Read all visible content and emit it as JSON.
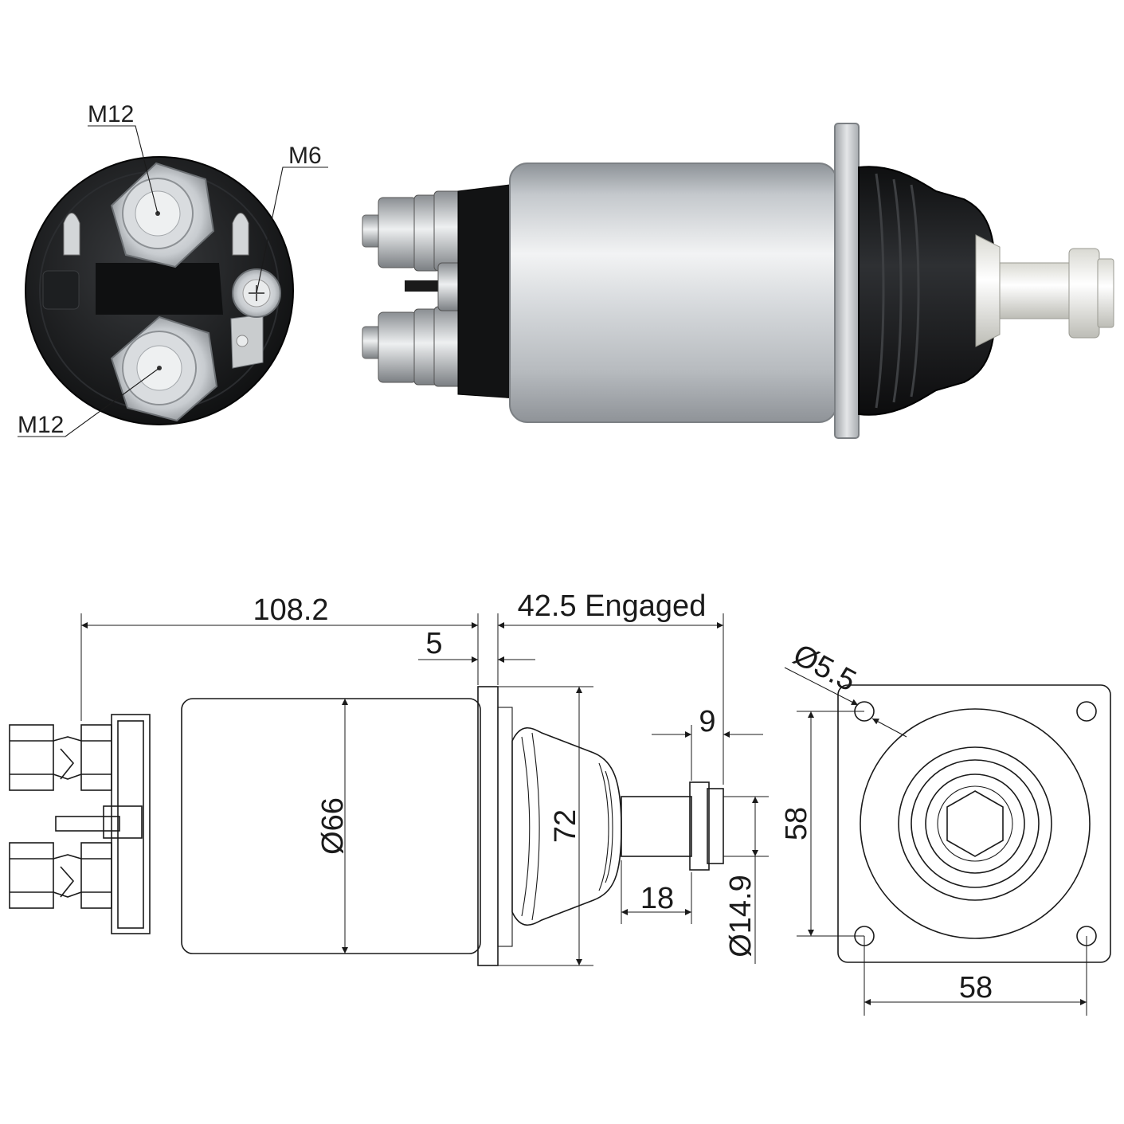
{
  "photo_end_view": {
    "labels": {
      "terminal_top": "M12",
      "terminal_control": "M6",
      "terminal_bottom": "M12"
    }
  },
  "drawing_side_view": {
    "dims": {
      "overall_length": "108.2",
      "engaged_stroke": "42.5 Engaged",
      "flange_thickness": "5",
      "body_diameter": "Ø66",
      "flange_height": "72",
      "plunger_tip": "9",
      "plunger_length": "18",
      "plunger_diameter": "Ø14.9"
    }
  },
  "drawing_front_view": {
    "dims": {
      "hole_diameter": "Ø5.5",
      "hole_spacing_vertical": "58",
      "hole_spacing_horizontal": "58"
    }
  },
  "colors": {
    "body_metal": "#c9cdd1",
    "black_plastic": "#1b1c1e",
    "line": "#1a1a1a"
  }
}
